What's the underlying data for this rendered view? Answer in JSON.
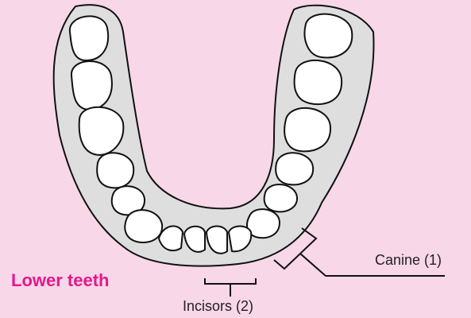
{
  "title": "Lower teeth",
  "labels": {
    "canine": "Canine (1)",
    "incisors": "Incisors (2)"
  },
  "colors": {
    "background": "#f8d7e8",
    "gum": "#dedede",
    "tooth": "#ffffff",
    "outline": "#111111",
    "title": "#e2198b"
  }
}
